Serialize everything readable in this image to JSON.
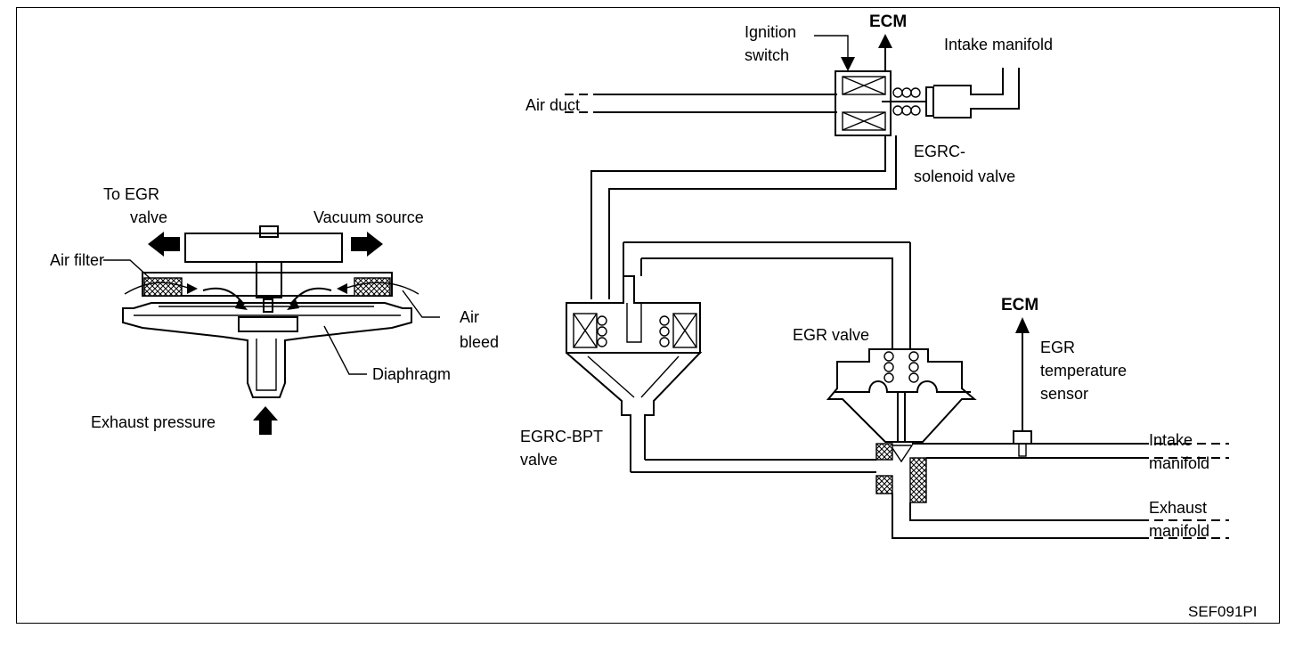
{
  "labels": {
    "ignition_switch_1": "Ignition",
    "ignition_switch_2": "switch",
    "ecm_top": "ECM",
    "intake_manifold_top": "Intake manifold",
    "air_duct": "Air duct",
    "egrc_solenoid_1": "EGRC-",
    "egrc_solenoid_2": "solenoid valve",
    "to_egr_valve_1": "To EGR",
    "to_egr_valve_2": "valve",
    "vacuum_source": "Vacuum source",
    "air_filter": "Air filter",
    "air_bleed_1": "Air",
    "air_bleed_2": "bleed",
    "diaphragm": "Diaphragm",
    "exhaust_pressure": "Exhaust pressure",
    "egr_valve": "EGR valve",
    "ecm_right": "ECM",
    "egr_temp_1": "EGR",
    "egr_temp_2": "temperature",
    "egr_temp_3": "sensor",
    "egrc_bpt_1": "EGRC-BPT",
    "egrc_bpt_2": "valve",
    "intake_manifold_1": "Intake",
    "intake_manifold_2": "manifold",
    "exhaust_manifold_1": "Exhaust",
    "exhaust_manifold_2": "manifold",
    "figure_code": "SEF091PI"
  }
}
